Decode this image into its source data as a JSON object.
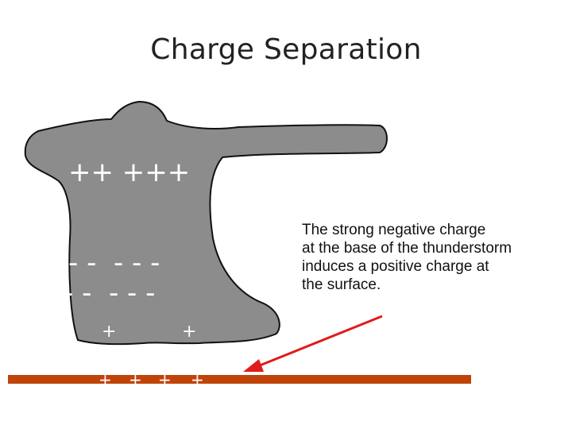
{
  "title": "Charge Separation",
  "cloud": {
    "upper_charges": "++ +++",
    "lower_charges_row1": "- -  - - -",
    "lower_charges_row2": "- -  - - -",
    "base_charges": "+",
    "fill_color": "#8c8c8c"
  },
  "ground": {
    "charges": "+",
    "color": "#c0440a"
  },
  "caption_lines": [
    "The strong negative charge",
    "at the base of the thunderstorm",
    "induces a positive charge at",
    "the surface."
  ],
  "arrow": {
    "color": "#e01b1b"
  }
}
